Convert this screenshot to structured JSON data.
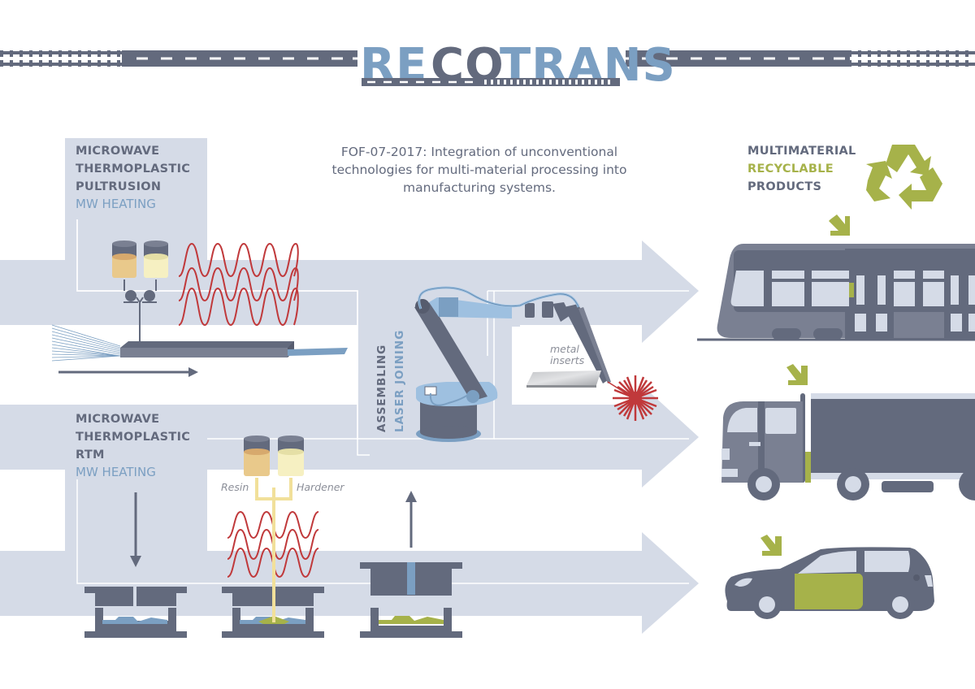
{
  "logo": {
    "part1": "RE",
    "part2": "CO",
    "part3": "TRANS",
    "full": "RECOTRANS"
  },
  "call_title": {
    "line1": "FOF-07-2017: Integration of unconventional",
    "line2": "technologies for multi-material processing into",
    "line3": "manufacturing systems."
  },
  "pultrusion": {
    "line1": "MICROWAVE",
    "line2": "THERMOPLASTIC",
    "line3": "PULTRUSION",
    "subtitle": "MW HEATING"
  },
  "rtm": {
    "line1": "MICROWAVE",
    "line2": "THERMOPLASTIC",
    "line3": "RTM",
    "subtitle": "MW HEATING",
    "resin_label": "Resin",
    "hardener_label": "Hardener"
  },
  "assembling": {
    "label": "ASSEMBLING",
    "sublabel": "LASER JOINING",
    "metal_line1": "metal",
    "metal_line2": "inserts"
  },
  "products": {
    "line1": "MULTIMATERIAL",
    "line2": "RECYCLABLE",
    "line3": "PRODUCTS",
    "items": [
      "train",
      "truck",
      "car"
    ]
  },
  "colors": {
    "dark": "#636a7d",
    "blue": "#7b9fc2",
    "light_blue_bg": "#d5dbe7",
    "green": "#a6b24a",
    "red": "#c0393b",
    "resin": "#e9c98b",
    "hardener": "#f6f0c2"
  }
}
